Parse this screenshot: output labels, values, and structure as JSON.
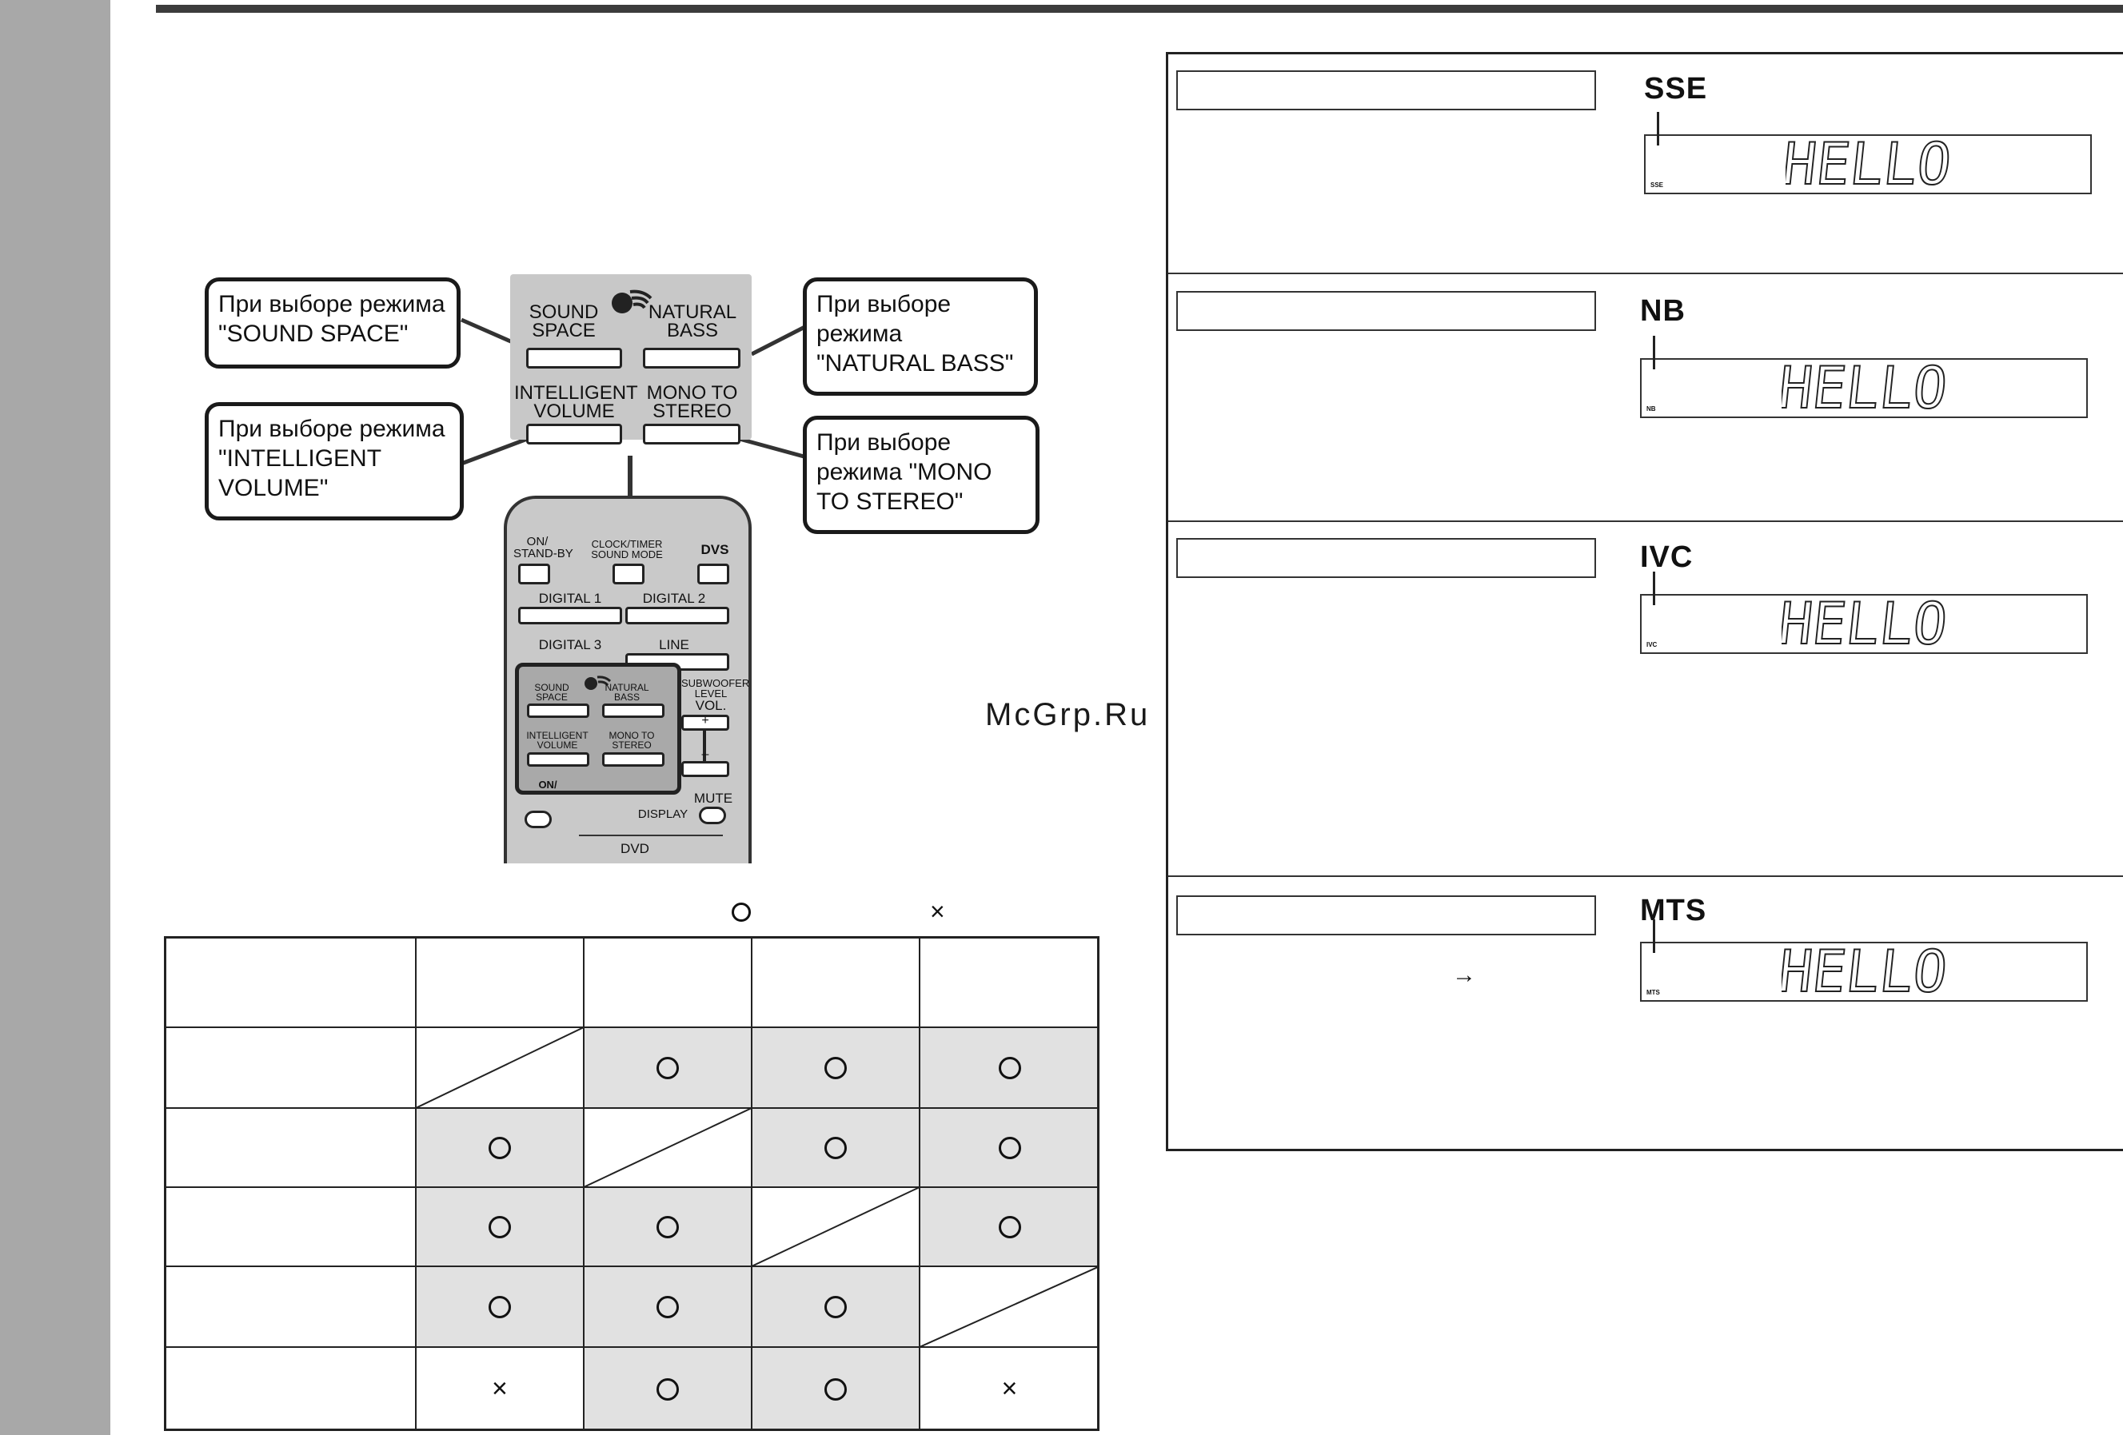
{
  "watermark": "McGrp.Ru",
  "callouts": {
    "sound_space": [
      "При выборе режима",
      "\"SOUND SPACE\""
    ],
    "natural_bass": [
      "При выборе",
      "режима",
      "\"NATURAL BASS\""
    ],
    "intelligent_volume": [
      "При выборе режима",
      "\"INTELLIGENT",
      "VOLUME\""
    ],
    "mono_to_stereo": [
      "При выборе",
      "режима \"MONO",
      "TO STEREO\""
    ]
  },
  "panel": {
    "sound_space": [
      "SOUND",
      "SPACE"
    ],
    "natural_bass": [
      "NATURAL",
      "BASS"
    ],
    "intelligent_volume": [
      "INTELLIGENT",
      "VOLUME"
    ],
    "mono_to_stereo": [
      "MONO TO",
      "STEREO"
    ]
  },
  "remote": {
    "on_standby": [
      "ON/",
      "STAND-BY"
    ],
    "clock_timer": [
      "CLOCK/TIMER",
      "SOUND MODE"
    ],
    "dvs": "DVS",
    "digital1": "DIGITAL 1",
    "digital2": "DIGITAL 2",
    "digital3": "DIGITAL 3",
    "line": "LINE",
    "subwoofer": [
      "SUBWOOFER",
      "LEVEL"
    ],
    "vol": "VOL.",
    "plus": "+",
    "minus": "–",
    "sound_space": [
      "SOUND",
      "SPACE"
    ],
    "natural_bass": [
      "NATURAL",
      "BASS"
    ],
    "intelligent_volume": [
      "INTELLIGENT",
      "VOLUME"
    ],
    "mono_to_stereo": [
      "MONO TO",
      "STEREO"
    ],
    "on_partial": "ON/",
    "display": "DISPLAY",
    "mute": "MUTE",
    "dvd": "DVD"
  },
  "legend": {
    "yes": "○",
    "no": "×"
  },
  "table": {
    "rows": [
      [
        "diag",
        "yes",
        "yes",
        "yes"
      ],
      [
        "yes",
        "diag",
        "yes",
        "yes"
      ],
      [
        "yes",
        "yes",
        "diag",
        "yes"
      ],
      [
        "yes",
        "yes",
        "yes",
        "diag"
      ],
      [
        "no",
        "yes",
        "yes",
        "no"
      ]
    ]
  },
  "modes": [
    {
      "title": "SSE",
      "indicator": "SSE",
      "display": "HELLO"
    },
    {
      "title": "NB",
      "indicator": "NB",
      "display": "HELLO"
    },
    {
      "title": "IVC",
      "indicator": "IVC",
      "display": "HELLO"
    },
    {
      "title": "MTS",
      "indicator": "MTS",
      "display": "HELLO"
    }
  ],
  "arrow": "→"
}
